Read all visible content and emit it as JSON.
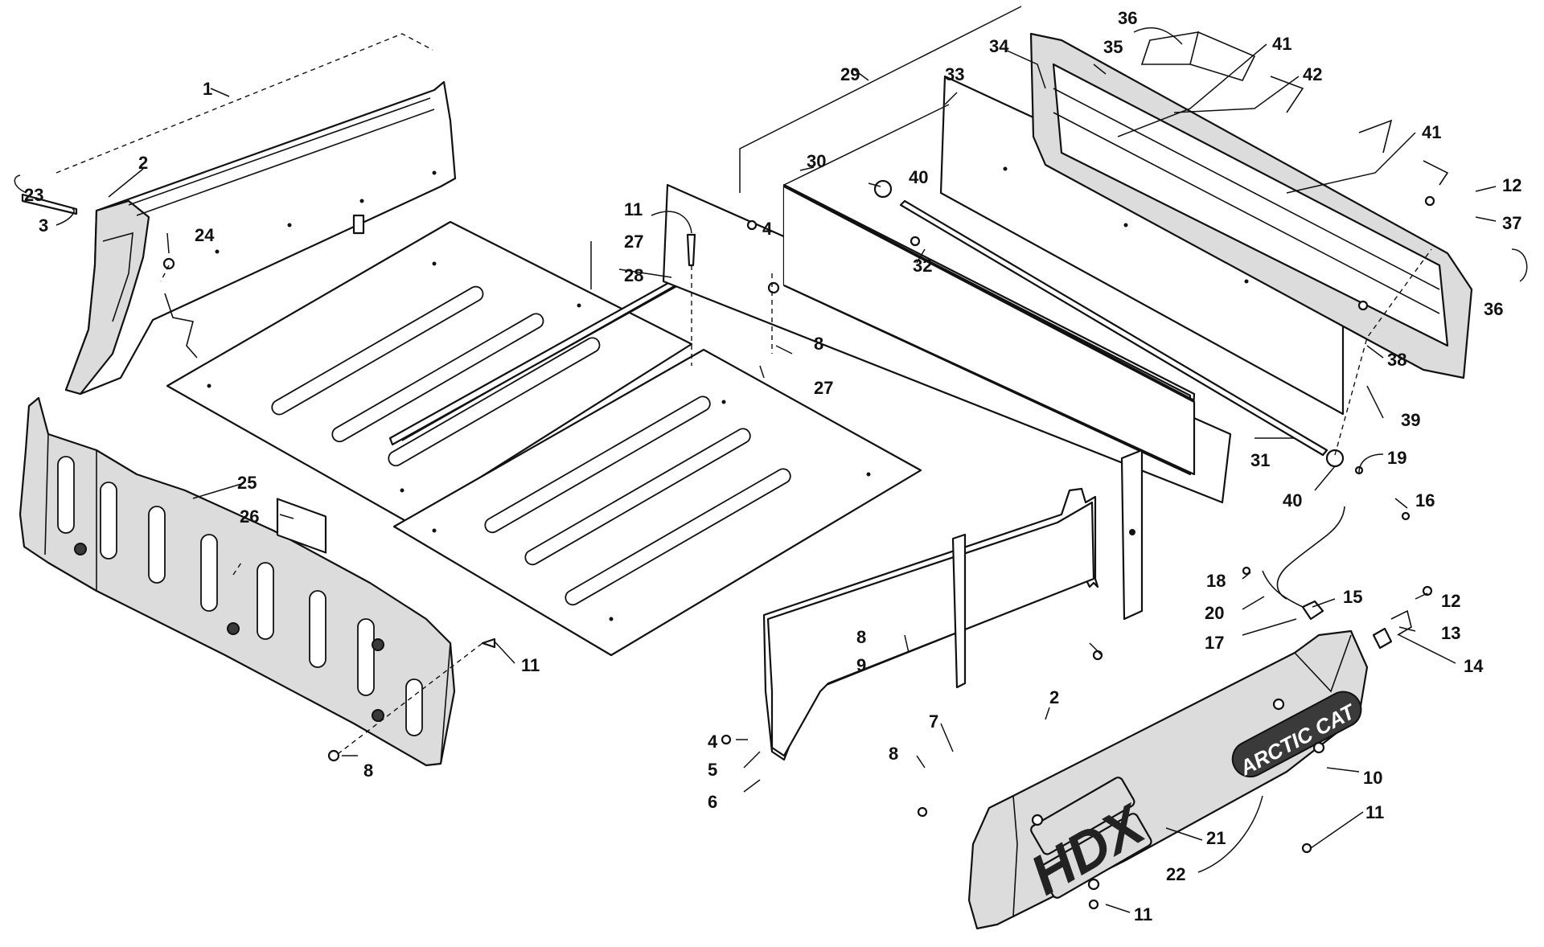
{
  "diagram": {
    "brand_text": "ARCTIC CAT",
    "model_text": "HDX",
    "callouts": [
      {
        "id": "c1",
        "label": "1"
      },
      {
        "id": "c2a",
        "label": "2"
      },
      {
        "id": "c3",
        "label": "3"
      },
      {
        "id": "c23",
        "label": "23"
      },
      {
        "id": "c24",
        "label": "24"
      },
      {
        "id": "c25",
        "label": "25"
      },
      {
        "id": "c26",
        "label": "26"
      },
      {
        "id": "c11a",
        "label": "11"
      },
      {
        "id": "c8a",
        "label": "8"
      },
      {
        "id": "c11b",
        "label": "11"
      },
      {
        "id": "c27a",
        "label": "27"
      },
      {
        "id": "c28",
        "label": "28"
      },
      {
        "id": "c8b",
        "label": "8"
      },
      {
        "id": "c27b",
        "label": "27"
      },
      {
        "id": "c29",
        "label": "29"
      },
      {
        "id": "c30",
        "label": "30"
      },
      {
        "id": "c4a",
        "label": "4"
      },
      {
        "id": "c33",
        "label": "33"
      },
      {
        "id": "c34",
        "label": "34"
      },
      {
        "id": "c35",
        "label": "35"
      },
      {
        "id": "c36a",
        "label": "36"
      },
      {
        "id": "c41a",
        "label": "41"
      },
      {
        "id": "c42",
        "label": "42"
      },
      {
        "id": "c41b",
        "label": "41"
      },
      {
        "id": "c12a",
        "label": "12"
      },
      {
        "id": "c37",
        "label": "37"
      },
      {
        "id": "c36b",
        "label": "36"
      },
      {
        "id": "c40a",
        "label": "40"
      },
      {
        "id": "c32",
        "label": "32"
      },
      {
        "id": "c38",
        "label": "38"
      },
      {
        "id": "c39",
        "label": "39"
      },
      {
        "id": "c31",
        "label": "31"
      },
      {
        "id": "c40b",
        "label": "40"
      },
      {
        "id": "c19",
        "label": "19"
      },
      {
        "id": "c16",
        "label": "16"
      },
      {
        "id": "c18",
        "label": "18"
      },
      {
        "id": "c15",
        "label": "15"
      },
      {
        "id": "c12b",
        "label": "12"
      },
      {
        "id": "c20",
        "label": "20"
      },
      {
        "id": "c13",
        "label": "13"
      },
      {
        "id": "c17",
        "label": "17"
      },
      {
        "id": "c14",
        "label": "14"
      },
      {
        "id": "c8c",
        "label": "8"
      },
      {
        "id": "c9",
        "label": "9"
      },
      {
        "id": "c2b",
        "label": "2"
      },
      {
        "id": "c7",
        "label": "7"
      },
      {
        "id": "c4b",
        "label": "4"
      },
      {
        "id": "c5",
        "label": "5"
      },
      {
        "id": "c8d",
        "label": "8"
      },
      {
        "id": "c6",
        "label": "6"
      },
      {
        "id": "c10",
        "label": "10"
      },
      {
        "id": "c11c",
        "label": "11"
      },
      {
        "id": "c21",
        "label": "21"
      },
      {
        "id": "c22",
        "label": "22"
      },
      {
        "id": "c11d",
        "label": "11"
      }
    ]
  }
}
